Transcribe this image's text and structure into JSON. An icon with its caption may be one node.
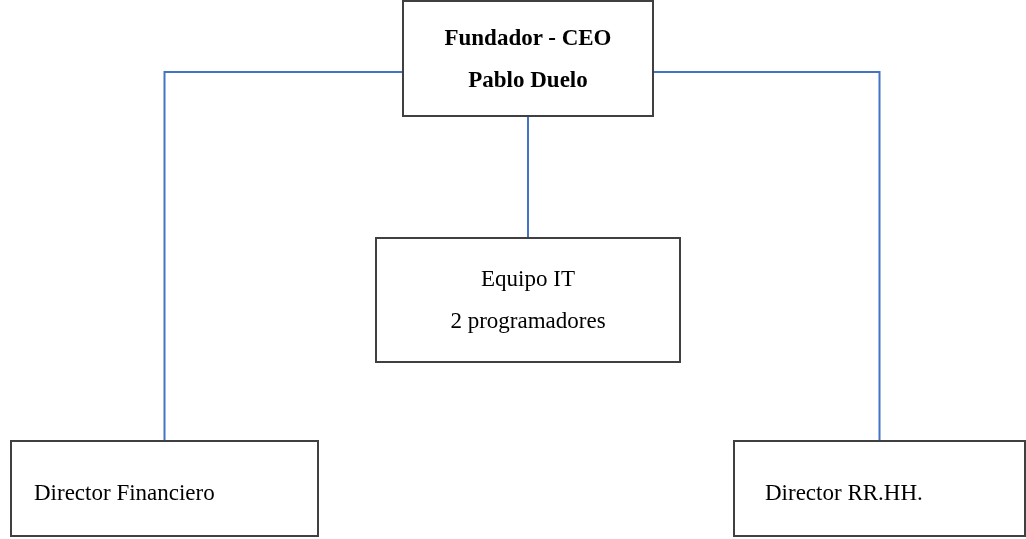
{
  "diagram": {
    "nodes": [
      {
        "text": [
          "Fundador - CEO",
          "Pablo Duelo"
        ]
      },
      {
        "text": [
          "Equipo IT",
          "2 programadores"
        ]
      },
      {
        "text": [
          "Director Financiero"
        ]
      },
      {
        "text": [
          "Director RR.HH."
        ]
      }
    ],
    "edges": [
      {
        "from": 0,
        "to": 1,
        "arrow": "none"
      },
      {
        "from": 0,
        "to": 2,
        "arrow": "none"
      },
      {
        "from": 0,
        "to": 3,
        "arrow": "none"
      }
    ]
  }
}
